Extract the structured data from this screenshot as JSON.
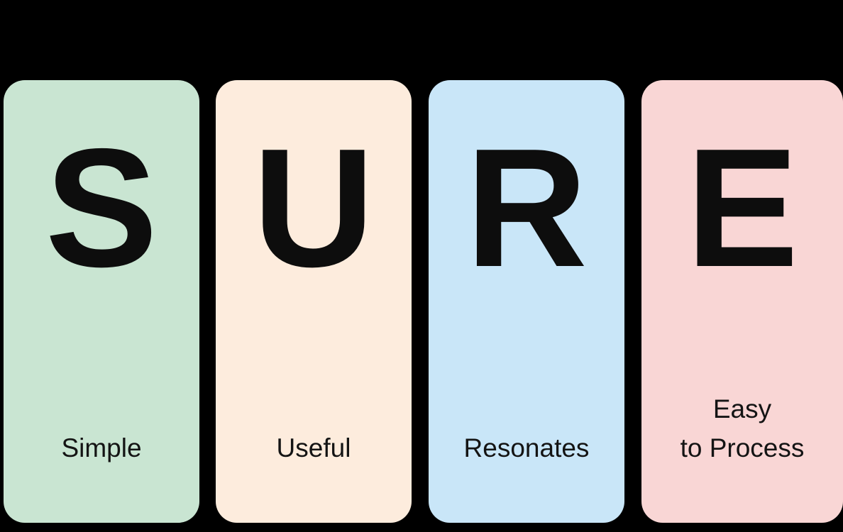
{
  "background_color": "#000000",
  "letter_color": "#0d0d0d",
  "label_color": "#141414",
  "cards": [
    {
      "letter": "S",
      "label": "Simple",
      "color": "#c9e5d2"
    },
    {
      "letter": "U",
      "label": "Useful",
      "color": "#fdecdd"
    },
    {
      "letter": "R",
      "label": "Resonates",
      "color": "#c9e6f8"
    },
    {
      "letter": "E",
      "label": "Easy\nto Process",
      "color": "#f9d6d5"
    }
  ]
}
